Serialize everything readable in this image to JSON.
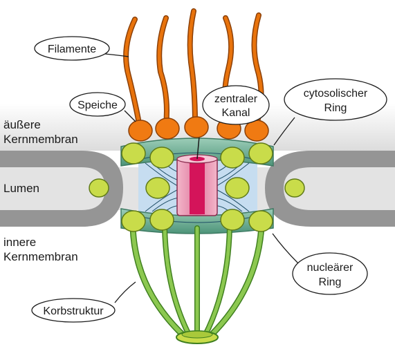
{
  "labels": {
    "filamente": "Filamente",
    "speiche": "Speiche",
    "zentraler_kanal_1": "zentraler",
    "zentraler_kanal_2": "Kanal",
    "cytosolischer_ring_1": "cytosolischer",
    "cytosolischer_ring_2": "Ring",
    "aeussere_kernmembran_1": "äußere",
    "aeussere_kernmembran_2": "Kernmembran",
    "lumen": "Lumen",
    "innere_kernmembran_1": "innere",
    "innere_kernmembran_2": "Kernmembran",
    "nuclearer_ring_1": "nucleärer",
    "nuclearer_ring_2": "Ring",
    "korbstruktur": "Korbstruktur"
  },
  "colors": {
    "filament": "#e8730c",
    "spoke_ball": "#f07a12",
    "ring_ball": "#c9dc4a",
    "ring_band": "#5ea88c",
    "membrane": "#959595",
    "lumen": "#e6e6e6",
    "channel_light": "#e58aa8",
    "channel_dark": "#d4145a",
    "channel_zone": "#c6ddf0",
    "basket": "#6db43a"
  }
}
